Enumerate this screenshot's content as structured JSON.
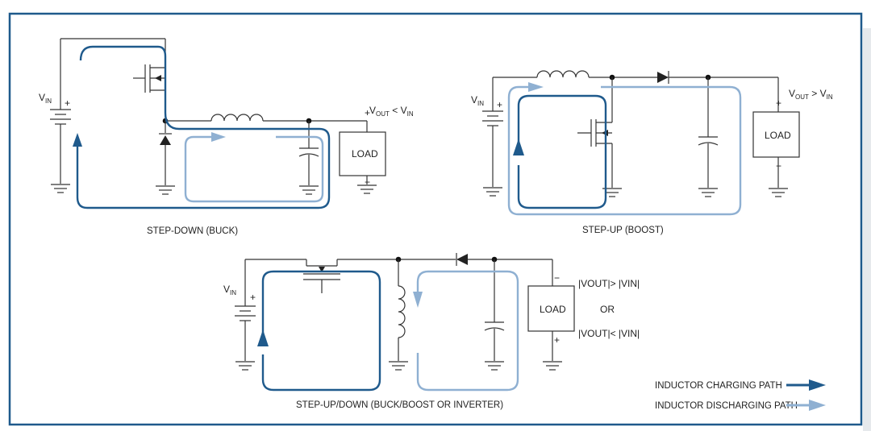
{
  "panels": {
    "buck": {
      "caption": "STEP-DOWN (BUCK)",
      "vin_main": "V",
      "vin_sub": "IN",
      "vout_prefix": "V",
      "vout_sub": "OUT",
      "vout_relation": " < V",
      "vout_sub2": "IN",
      "load": "LOAD"
    },
    "boost": {
      "caption": "STEP-UP (BOOST)",
      "vin_main": "V",
      "vin_sub": "IN",
      "vout_prefix": "V",
      "vout_sub": "OUT",
      "vout_relation": " > V",
      "vout_sub2": "IN",
      "load": "LOAD"
    },
    "buckboost": {
      "caption": "STEP-UP/DOWN (BUCK/BOOST OR INVERTER)",
      "vin_main": "V",
      "vin_sub": "IN",
      "cond1": "|VOUT|> |VIN|",
      "or": "OR",
      "cond2": "|VOUT|< |VIN|",
      "load": "LOAD"
    }
  },
  "legend": {
    "charging": "INDUCTOR CHARGING PATH",
    "discharging": "INDUCTOR DISCHARGING PATH"
  },
  "colors": {
    "border": "#1f5a8c",
    "charging": "#1f5a8c",
    "discharging": "#8fb0d2"
  }
}
